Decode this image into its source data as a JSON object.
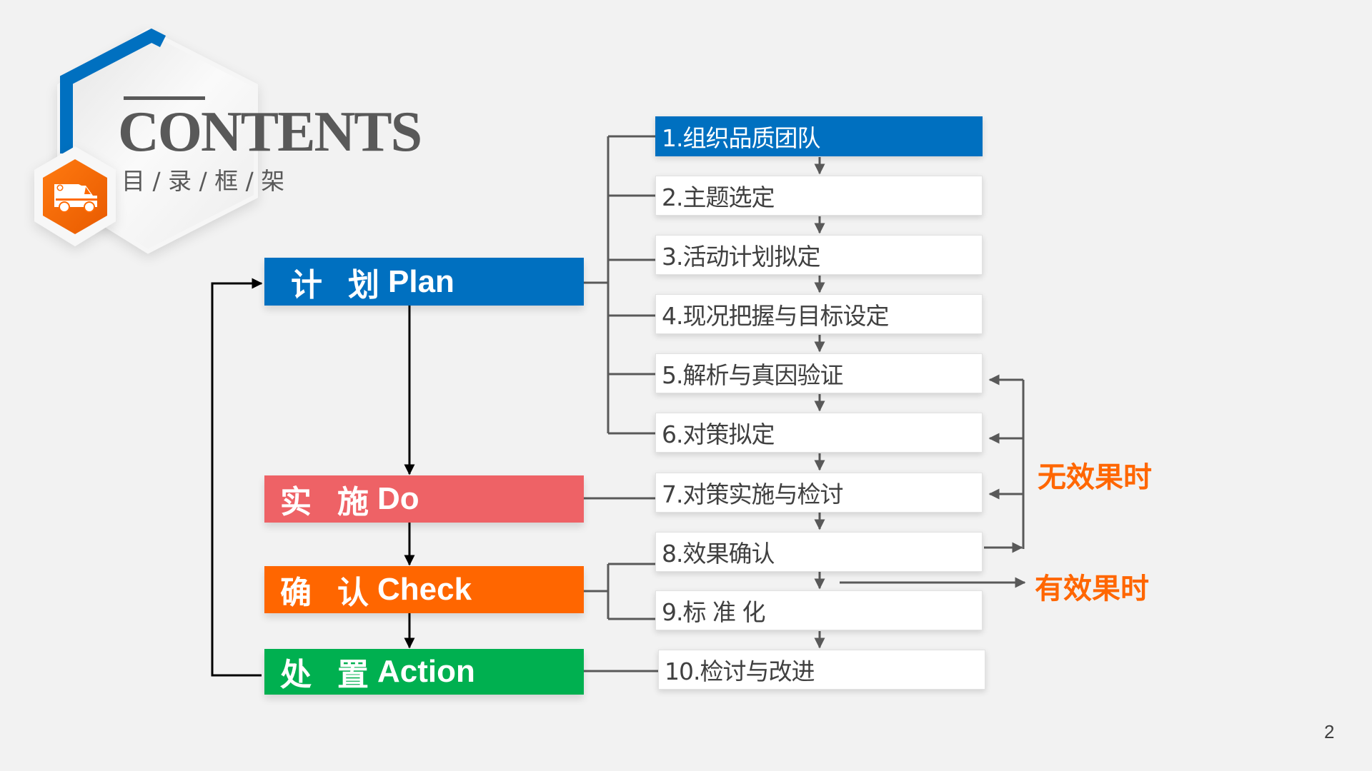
{
  "header": {
    "title": "CONTENTS",
    "subtitle": "目 / 录 / 框 / 架",
    "badge_icon": "ambulance-icon"
  },
  "phases": [
    {
      "cn1": "计",
      "cn2": "划",
      "en": "Plan",
      "color": "#0070c0"
    },
    {
      "cn1": "实",
      "cn2": "施",
      "en": "Do",
      "color": "#ee6266"
    },
    {
      "cn1": "确",
      "cn2": "认",
      "en": "Check",
      "color": "#ff6600"
    },
    {
      "cn1": "处",
      "cn2": "置",
      "en": "Action",
      "color": "#00b050"
    }
  ],
  "steps": [
    {
      "label": "1.组织品质团队",
      "highlighted": true
    },
    {
      "label": "2.主题选定",
      "highlighted": false
    },
    {
      "label": "3.活动计划拟定",
      "highlighted": false
    },
    {
      "label": "4.现况把握与目标设定",
      "highlighted": false
    },
    {
      "label": "5.解析与真因验证",
      "highlighted": false
    },
    {
      "label": "6.对策拟定",
      "highlighted": false
    },
    {
      "label": "7.对策实施与检讨",
      "highlighted": false
    },
    {
      "label": "8.效果确认",
      "highlighted": false
    },
    {
      "label": "9.标 准 化",
      "highlighted": false
    },
    {
      "label": "10.检讨与改进",
      "highlighted": false
    }
  ],
  "annotations": {
    "no_effect": "无效果时",
    "effective": "有效果时"
  },
  "colors": {
    "accent_blue": "#0070c0",
    "accent_orange": "#ff6600",
    "text_gray": "#595959"
  },
  "page_number": "2"
}
